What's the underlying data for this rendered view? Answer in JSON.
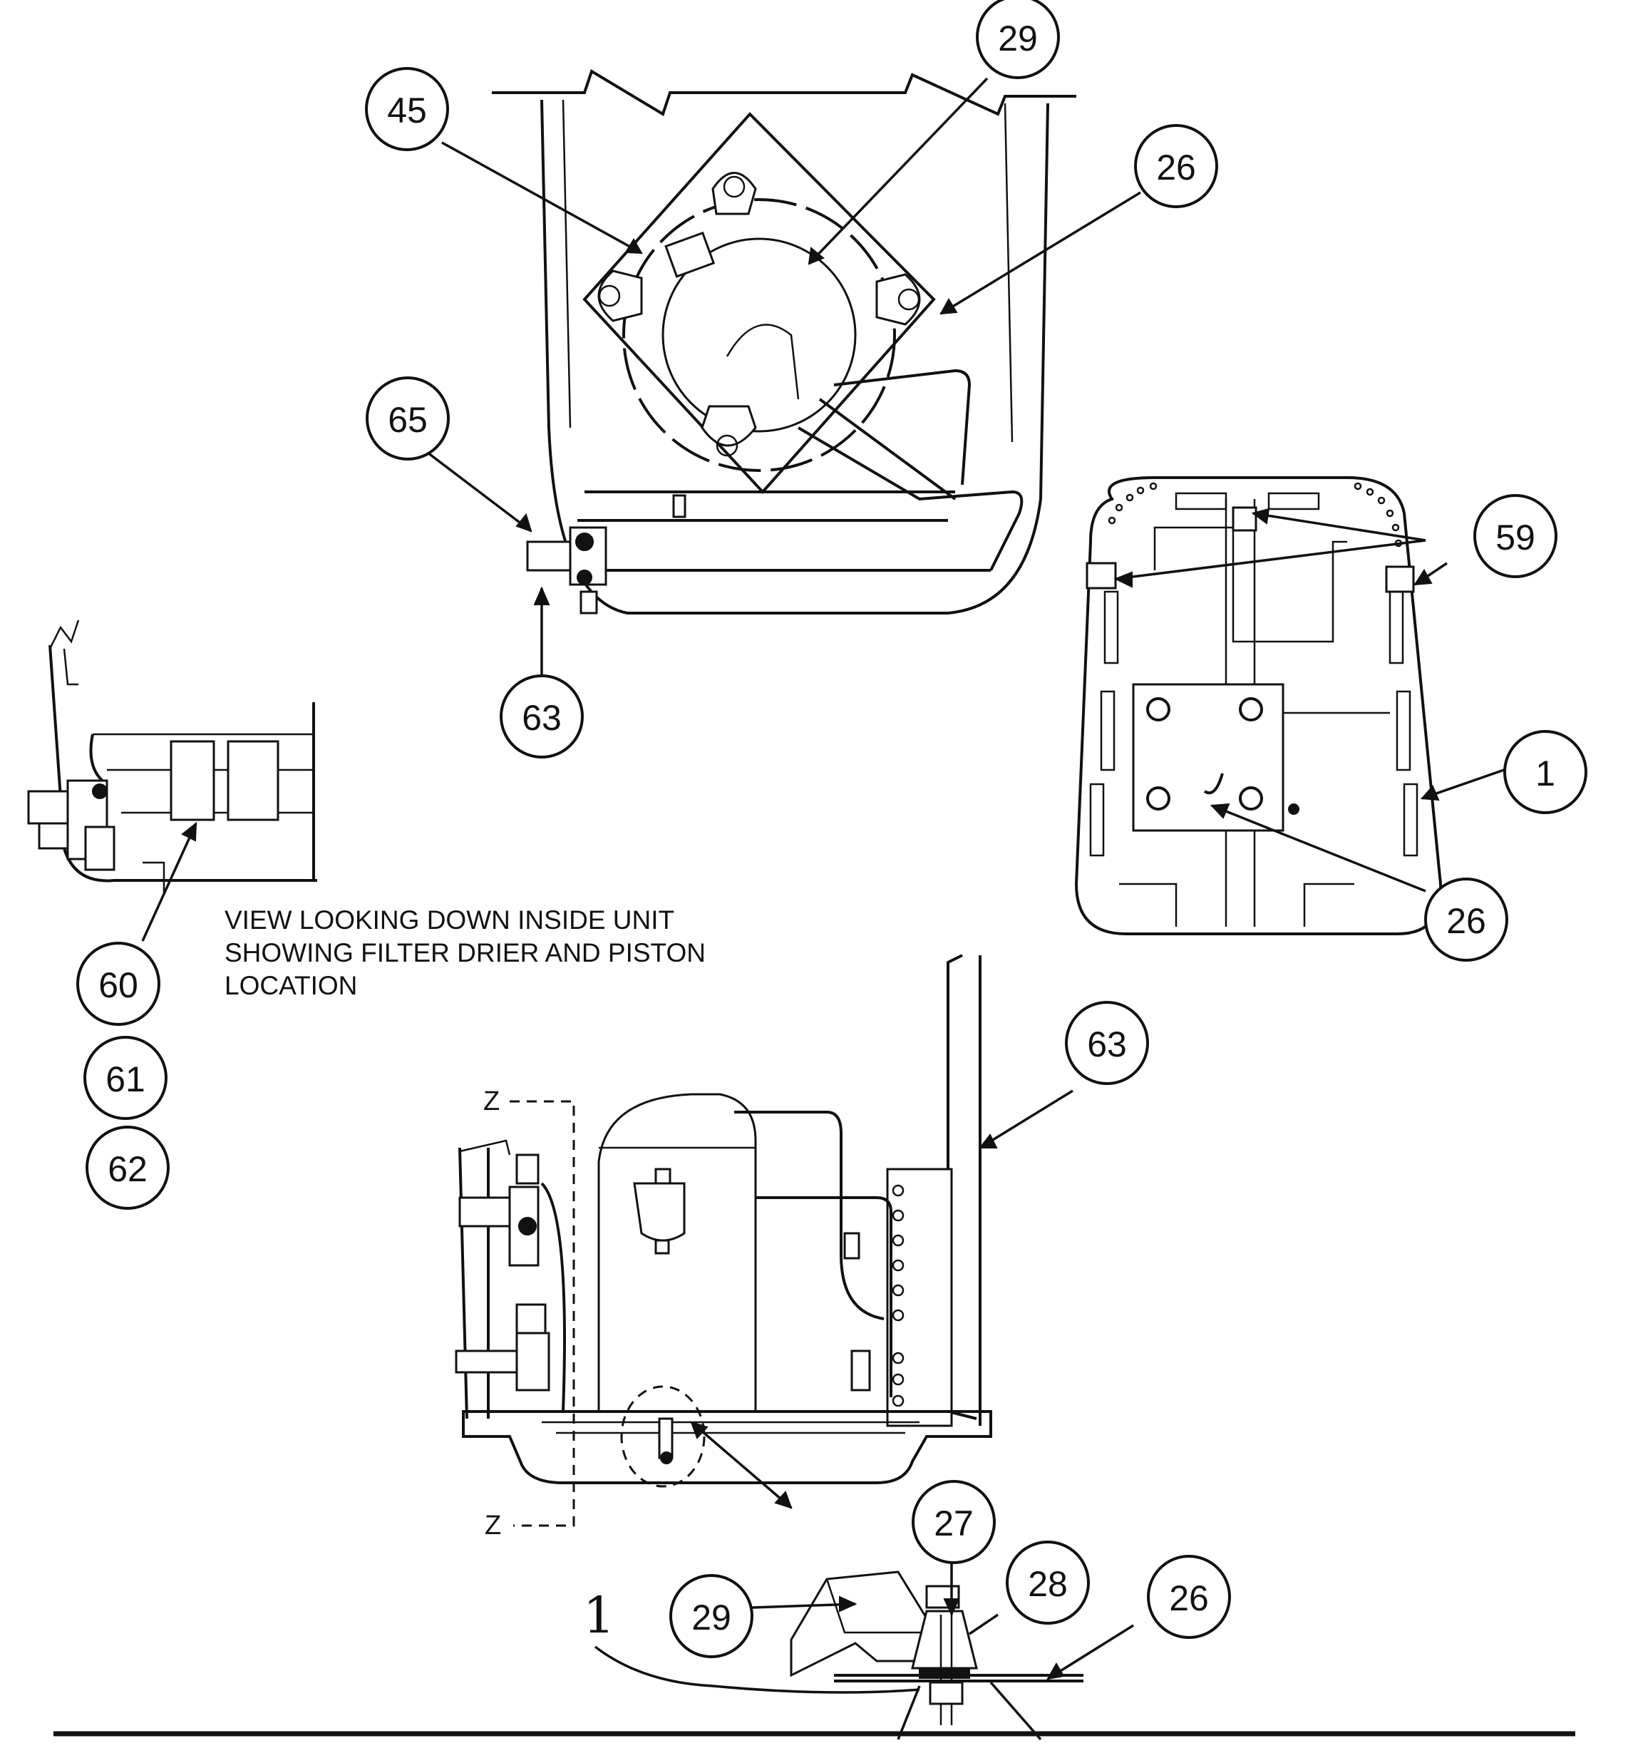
{
  "callouts": {
    "c29_top": "29",
    "c45": "45",
    "c26_top": "26",
    "c65": "65",
    "c63_top": "63",
    "c59": "59",
    "c1": "1",
    "c26_mid": "26",
    "c60": "60",
    "c61": "61",
    "c62": "62",
    "c63_mid": "63",
    "c27": "27",
    "c28": "28",
    "c26_bottom": "26",
    "c29_bottom": "29"
  },
  "caption": {
    "line1": "VIEW LOOKING DOWN INSIDE UNIT",
    "line2": "SHOWING FILTER DRIER AND PISTON",
    "line3": "LOCATION"
  },
  "section_labels": {
    "z_top": "Z",
    "z_bottom": "Z"
  },
  "handwritten_mark": "1"
}
